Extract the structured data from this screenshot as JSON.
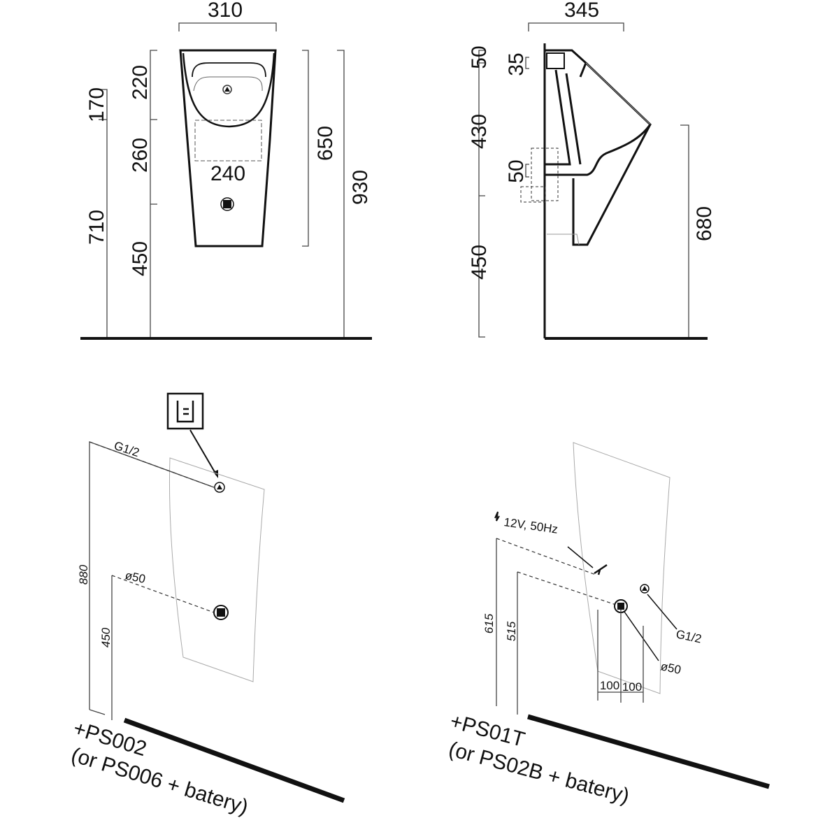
{
  "front_view": {
    "width": "310",
    "d170": "170",
    "d710": "710",
    "d220": "220",
    "d260": "260",
    "d450": "450",
    "d240": "240",
    "d650": "650",
    "d930": "930"
  },
  "side_view": {
    "depth": "345",
    "d50_top": "50",
    "d430": "430",
    "d450": "450",
    "d35": "35",
    "d50_mid": "50",
    "d680": "680"
  },
  "install_left": {
    "inlet": "G1/2",
    "outlet": "ø50",
    "h880": "880",
    "h450": "450",
    "kit_line1": "+PS002",
    "kit_line2": "(or PS006 + batery)"
  },
  "install_right": {
    "power": "12V, 50Hz",
    "inlet": "G1/2",
    "outlet": "ø50",
    "h615": "615",
    "h515": "515",
    "spacing_left": "100",
    "spacing_right": "100",
    "kit_line1": "+PS01T",
    "kit_line2": "(or PS02B + batery)"
  }
}
